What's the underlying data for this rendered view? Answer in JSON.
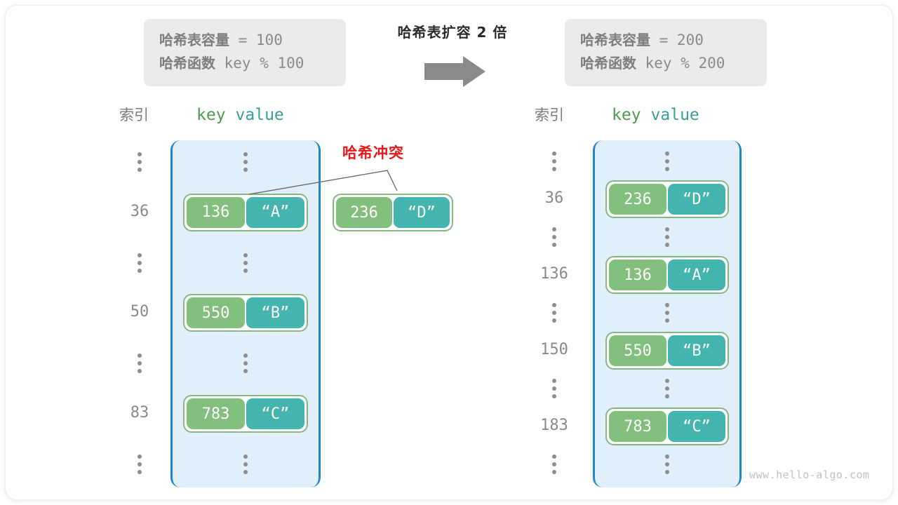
{
  "header": {
    "left_box": {
      "line1_label": "哈希表容量",
      "line1_value": " = 100",
      "line2_label": "哈希函数",
      "line2_value": " key % 100"
    },
    "right_box": {
      "line1_label": "哈希表容量",
      "line1_value": " = 200",
      "line2_label": "哈希函数",
      "line2_value": " key % 200"
    },
    "middle_title": "哈希表扩容 2 倍",
    "arrow_icon": "right-arrow-icon"
  },
  "columns": {
    "index_header": "索引",
    "key_header": "key",
    "value_header": "value"
  },
  "left_table": {
    "rows": [
      {
        "type": "dots",
        "index": "⋮"
      },
      {
        "type": "entry",
        "index": "36",
        "key": "136",
        "value": "“A”"
      },
      {
        "type": "dots",
        "index": "⋮"
      },
      {
        "type": "entry",
        "index": "50",
        "key": "550",
        "value": "“B”"
      },
      {
        "type": "dots",
        "index": "⋮"
      },
      {
        "type": "entry",
        "index": "83",
        "key": "783",
        "value": "“C”"
      },
      {
        "type": "dots",
        "index": "⋮"
      }
    ]
  },
  "right_table": {
    "rows": [
      {
        "type": "dots",
        "index": "⋮"
      },
      {
        "type": "entry",
        "index": "36",
        "key": "236",
        "value": "“D”"
      },
      {
        "type": "dots",
        "index": "⋮"
      },
      {
        "type": "entry",
        "index": "136",
        "key": "136",
        "value": "“A”"
      },
      {
        "type": "dots",
        "index": "⋮"
      },
      {
        "type": "entry",
        "index": "150",
        "key": "550",
        "value": "“B”"
      },
      {
        "type": "dots",
        "index": "⋮"
      },
      {
        "type": "entry",
        "index": "183",
        "key": "783",
        "value": "“C”"
      },
      {
        "type": "dots",
        "index": "⋮"
      }
    ]
  },
  "collision": {
    "label": "哈希冲突",
    "entry": {
      "key": "236",
      "value": "“D”"
    }
  },
  "watermark": "www.hello-algo.com",
  "colors": {
    "key_cell": "#83bf7d",
    "value_cell": "#43b5ae",
    "entry_border": "#85b97f",
    "table_fill": "#e1effa",
    "table_border": "#2288cc",
    "collision_red": "#e8181b",
    "info_box": "#ebebeb",
    "arrow_gray": "#8a8a8a"
  }
}
